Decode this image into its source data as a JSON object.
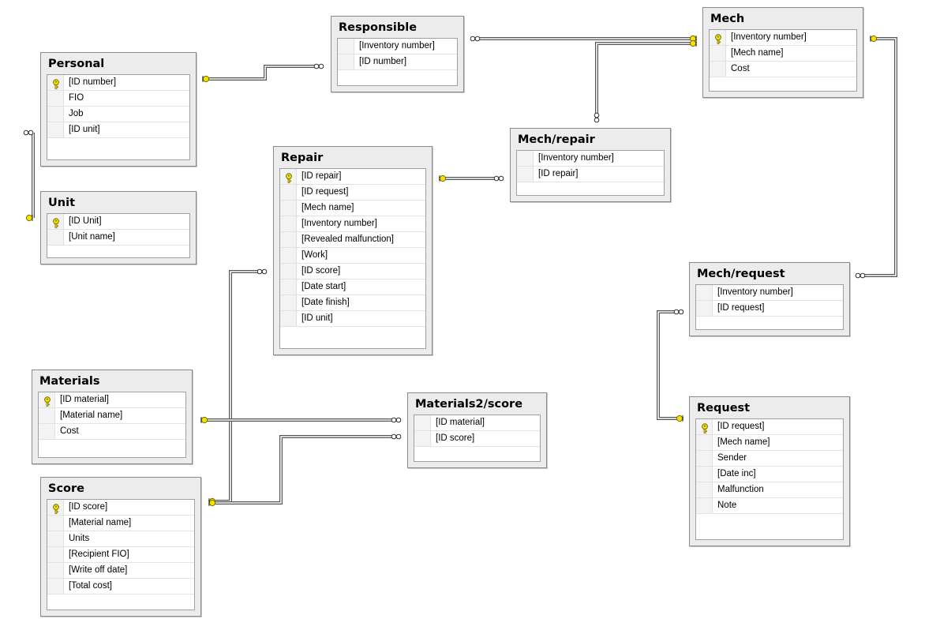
{
  "tables": [
    {
      "id": "responsible",
      "title": "Responsible",
      "columns": [
        {
          "name": "[Inventory number]",
          "pk": false
        },
        {
          "name": "[ID number]",
          "pk": false
        }
      ]
    },
    {
      "id": "mech",
      "title": "Mech",
      "columns": [
        {
          "name": "[Inventory number]",
          "pk": true
        },
        {
          "name": "[Mech name]",
          "pk": false
        },
        {
          "name": "Cost",
          "pk": false
        }
      ]
    },
    {
      "id": "personal",
      "title": "Personal",
      "columns": [
        {
          "name": "[ID number]",
          "pk": true
        },
        {
          "name": "FIO",
          "pk": false
        },
        {
          "name": "Job",
          "pk": false
        },
        {
          "name": "[ID unit]",
          "pk": false
        }
      ]
    },
    {
      "id": "unit",
      "title": "Unit",
      "columns": [
        {
          "name": "[ID Unit]",
          "pk": true
        },
        {
          "name": "[Unit name]",
          "pk": false
        }
      ]
    },
    {
      "id": "mech-repair",
      "title": "Mech/repair",
      "columns": [
        {
          "name": "[Inventory number]",
          "pk": false
        },
        {
          "name": "[ID repair]",
          "pk": false
        }
      ]
    },
    {
      "id": "repair",
      "title": "Repair",
      "columns": [
        {
          "name": "[ID repair]",
          "pk": true
        },
        {
          "name": "[ID request]",
          "pk": false
        },
        {
          "name": "[Mech name]",
          "pk": false
        },
        {
          "name": "[Inventory number]",
          "pk": false
        },
        {
          "name": "[Revealed malfunction]",
          "pk": false
        },
        {
          "name": "[Work]",
          "pk": false
        },
        {
          "name": "[ID score]",
          "pk": false
        },
        {
          "name": "[Date start]",
          "pk": false
        },
        {
          "name": "[Date finish]",
          "pk": false
        },
        {
          "name": "[ID unit]",
          "pk": false
        }
      ]
    },
    {
      "id": "mech-request",
      "title": "Mech/request",
      "columns": [
        {
          "name": "[Inventory number]",
          "pk": false
        },
        {
          "name": "[ID request]",
          "pk": false
        }
      ]
    },
    {
      "id": "materials",
      "title": "Materials",
      "columns": [
        {
          "name": "[ID material]",
          "pk": true
        },
        {
          "name": "[Material name]",
          "pk": false
        },
        {
          "name": "Cost",
          "pk": false
        }
      ]
    },
    {
      "id": "materials2-score",
      "title": "Materials2/score",
      "columns": [
        {
          "name": "[ID material]",
          "pk": false
        },
        {
          "name": "[ID score]",
          "pk": false
        }
      ]
    },
    {
      "id": "request",
      "title": "Request",
      "columns": [
        {
          "name": "[ID request]",
          "pk": true
        },
        {
          "name": "[Mech name]",
          "pk": false
        },
        {
          "name": "Sender",
          "pk": false
        },
        {
          "name": "[Date inc]",
          "pk": false
        },
        {
          "name": "Malfunction",
          "pk": false
        },
        {
          "name": "Note",
          "pk": false
        }
      ]
    },
    {
      "id": "score",
      "title": "Score",
      "columns": [
        {
          "name": "[ID score]",
          "pk": true
        },
        {
          "name": "[Material name]",
          "pk": false
        },
        {
          "name": "Units",
          "pk": false
        },
        {
          "name": "[Recipient FIO]",
          "pk": false
        },
        {
          "name": "[Write off date]",
          "pk": false
        },
        {
          "name": "[Total cost]",
          "pk": false
        }
      ]
    }
  ],
  "relationships": [
    {
      "name": "responsible-mech",
      "one": "mech",
      "many": "responsible"
    },
    {
      "name": "personal-responsible",
      "one": "personal",
      "many": "responsible"
    },
    {
      "name": "mech-mech-repair",
      "one": "mech",
      "many": "mech-repair"
    },
    {
      "name": "repair-mech-repair",
      "one": "repair",
      "many": "mech-repair"
    },
    {
      "name": "mech-mech-request",
      "one": "mech",
      "many": "mech-request"
    },
    {
      "name": "unit-personal",
      "one": "unit",
      "many": "personal"
    },
    {
      "name": "mech-request-request",
      "one": "request",
      "many": "mech-request"
    },
    {
      "name": "score-repair",
      "one": "score",
      "many": "repair"
    },
    {
      "name": "materials-materials2",
      "one": "materials",
      "many": "materials2-score"
    },
    {
      "name": "score-materials2",
      "one": "score",
      "many": "materials2-score"
    }
  ],
  "colors": {
    "key": "#f2e300",
    "key_outline": "#7a6a00",
    "line": "#555555",
    "table_bg": "#ececec"
  }
}
